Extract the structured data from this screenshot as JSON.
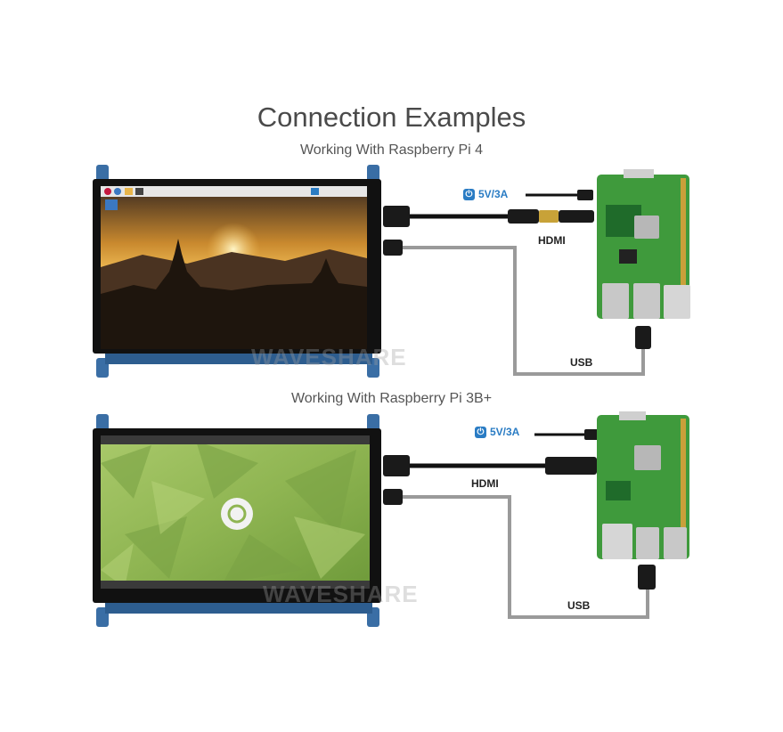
{
  "title": "Connection Examples",
  "example1": {
    "subtitle": "Working With Raspberry Pi 4",
    "power_label": "5V/3A",
    "hdmi_label": "HDMI",
    "usb_label": "USB",
    "watermark": "WAVESHARE"
  },
  "example2": {
    "subtitle": "Working With Raspberry Pi 3B+",
    "power_label": "5V/3A",
    "hdmi_label": "HDMI",
    "usb_label": "USB",
    "watermark": "WAVESHARE"
  },
  "colors": {
    "power_blue": "#2a7cc4",
    "pcb_green": "#3f9a3c",
    "cable_gray": "#9a9a9a",
    "bracket_blue": "#3a6ea5"
  }
}
